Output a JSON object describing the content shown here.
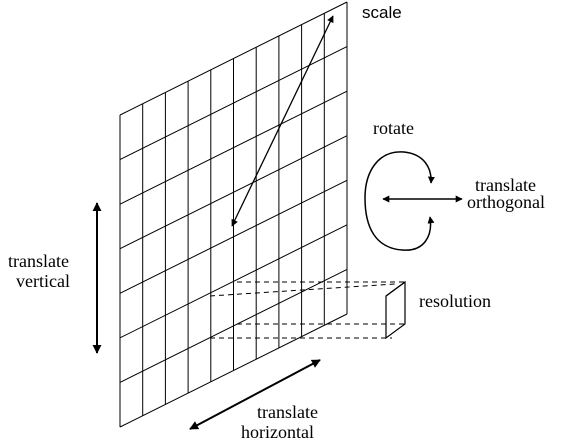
{
  "labels": {
    "scale": "scale",
    "rotate": "rotate",
    "translate_orthogonal_1": "translate",
    "translate_orthogonal_2": "orthogonal",
    "translate_vertical_1": "translate",
    "translate_vertical_2": "vertical",
    "resolution": "resolution",
    "translate_horizontal_1": "translate",
    "translate_horizontal_2": "horizontal"
  }
}
